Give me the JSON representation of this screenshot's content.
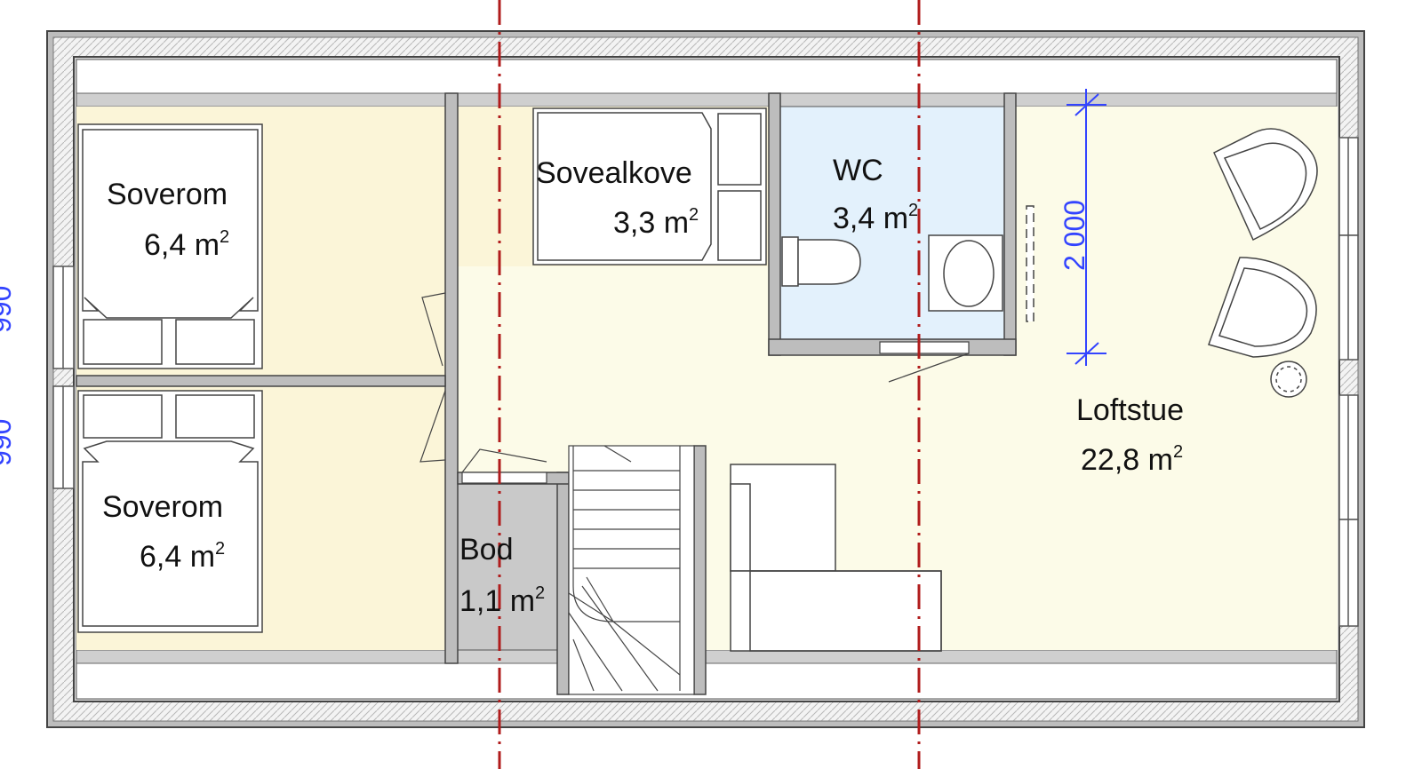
{
  "rooms": {
    "soverom_top": {
      "name": "Soverom",
      "area": "6,4 m",
      "unit_exp": "2"
    },
    "soverom_bottom": {
      "name": "Soverom",
      "area": "6,4 m",
      "unit_exp": "2"
    },
    "sovealkove": {
      "name": "Sovealkove",
      "area": "3,3 m",
      "unit_exp": "2"
    },
    "wc": {
      "name": "WC",
      "area": "3,4 m",
      "unit_exp": "2"
    },
    "bod": {
      "name": "Bod",
      "area": "1,1 m",
      "unit_exp": "2"
    },
    "loftstue": {
      "name": "Loftstue",
      "area": "22,8 m",
      "unit_exp": "2"
    }
  },
  "dimensions": {
    "height_line": "2 000",
    "left_upper": "990",
    "left_lower": "990"
  },
  "colors": {
    "wall": "#bdbdbd",
    "bedroom_floor": "#fbf5d8",
    "loft_floor": "#fcfbe8",
    "wc_floor": "#e3f1fc",
    "bod_floor": "#c9c9c9",
    "section_line": "#b01c1c",
    "dimension": "#3344ff"
  }
}
